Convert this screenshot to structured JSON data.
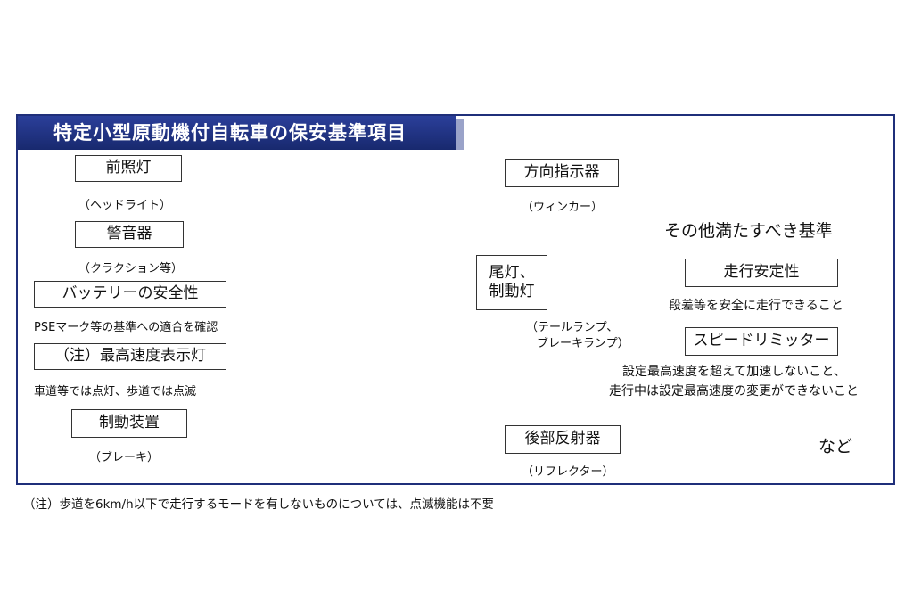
{
  "title": "特定小型原動機付自転車の保安基準項目",
  "items": {
    "headlight": {
      "label": "前照灯",
      "sub": "（ヘッドライト）"
    },
    "horn": {
      "label": "警音器",
      "sub": "（クラクション等）"
    },
    "battery": {
      "label": "バッテリーの安全性",
      "sub": "PSEマーク等の基準への適合を確認"
    },
    "max_speed_lamp": {
      "label": "（注）最高速度表示灯",
      "sub": "車道等では点灯、歩道では点滅"
    },
    "brake": {
      "label": "制動装置",
      "sub": "（ブレーキ）"
    },
    "turn_signal": {
      "label": "方向指示器",
      "sub": "（ウィンカー）"
    },
    "tail_brake_lamp": {
      "label_line1": "尾灯、",
      "label_line2": "制動灯",
      "sub_line1": "（テールランプ、",
      "sub_line2": "ブレーキランプ）"
    },
    "reflector": {
      "label": "後部反射器",
      "sub": "（リフレクター）"
    }
  },
  "other": {
    "heading": "その他満たすべき基準",
    "stability": {
      "label": "走行安定性",
      "desc": "段差等を安全に走行できること"
    },
    "limiter": {
      "label": "スピードリミッター",
      "desc_line1": "設定最高速度を超えて加速しないこと、",
      "desc_line2": "走行中は設定最高速度の変更ができないこと"
    },
    "etc": "など"
  },
  "footnote": "（注）歩道を6km/h以下で走行するモードを有しないものについては、点滅機能は不要",
  "colors": {
    "title_bg": "#1f3389",
    "frame": "#1f2f7a",
    "highlight_ring": "#e00000",
    "lamp_marker": "#22c400"
  }
}
